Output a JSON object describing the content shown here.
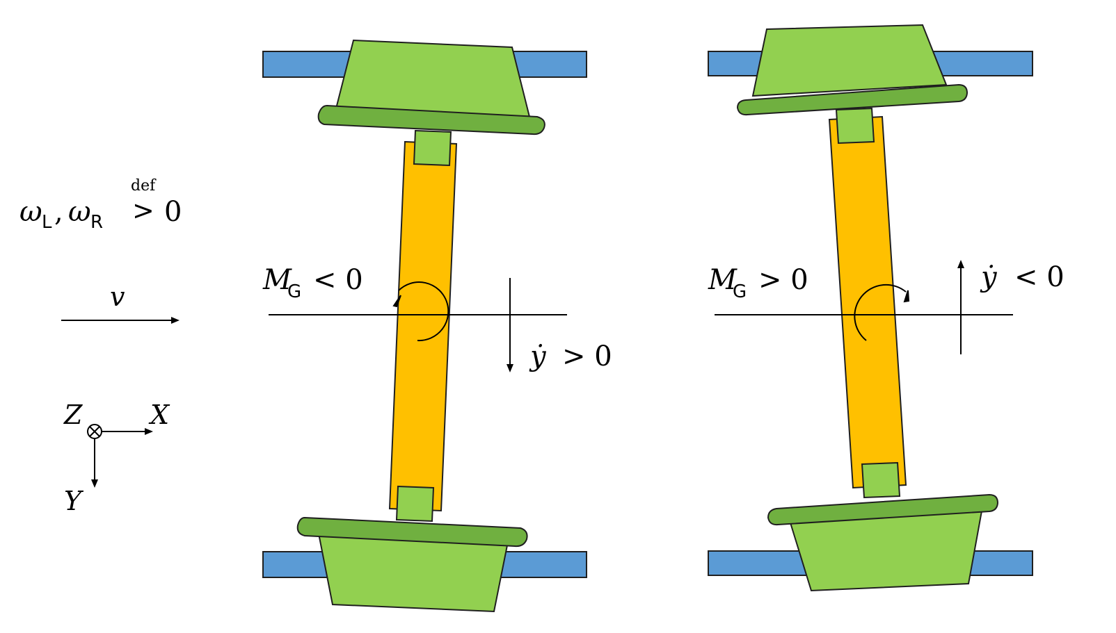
{
  "left_panel": {
    "angular_velocity": {
      "omega": "ω",
      "sub_L": "L",
      "separator": ",",
      "sub_R": "R",
      "relation": ">",
      "def_label": "def",
      "value": "0"
    },
    "velocity_label": "v",
    "axes": {
      "z_label": "Z",
      "x_label": "X",
      "y_label": "Y",
      "z_symbol": "⊗"
    }
  },
  "wheelset_left": {
    "moment_symbol": "M",
    "moment_sub": "G",
    "moment_relation": "< 0",
    "ydot_symbol": "ẏ",
    "ydot_relation": "> 0"
  },
  "wheelset_right": {
    "moment_symbol": "M",
    "moment_sub": "G",
    "moment_relation": "> 0",
    "ydot_symbol": "ẏ",
    "ydot_relation": "< 0"
  },
  "colors": {
    "rail": "#5b9bd5",
    "wheel": "#92d050",
    "axle": "#ffc000"
  }
}
